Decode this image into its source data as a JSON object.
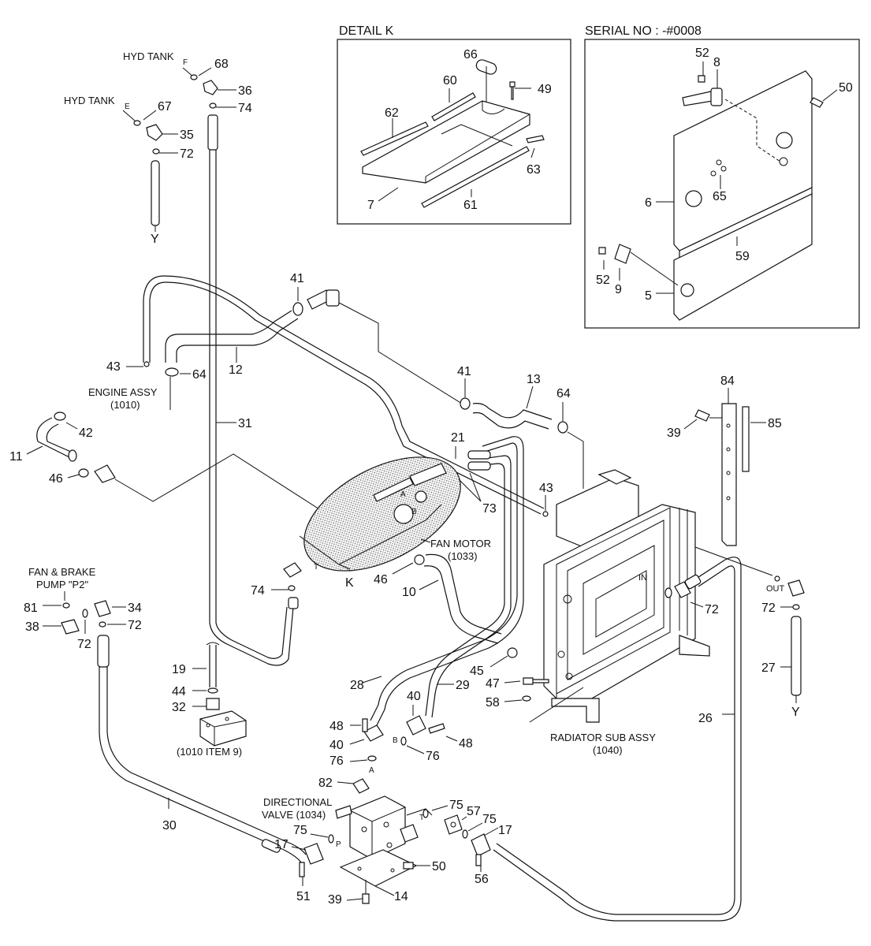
{
  "frames": {
    "detail_k_title": "DETAIL K",
    "serial_title": "SERIAL NO : -#0008"
  },
  "labels": {
    "hyd_tank_f": "HYD TANK",
    "hyd_tank_f_sub": "F",
    "hyd_tank_e": "HYD TANK",
    "hyd_tank_e_sub": "E",
    "engine_assy": "ENGINE ASSY",
    "engine_assy_ref": "(1010)",
    "fan_motor": "FAN MOTOR",
    "fan_motor_ref": "(1033)",
    "fan_brake_pump_1": "FAN & BRAKE",
    "fan_brake_pump_2": "PUMP \"P2\"",
    "ref_1010_item9": "(1010 ITEM 9)",
    "directional_valve_1": "DIRECTIONAL",
    "directional_valve_2": "VALVE (1034)",
    "radiator_sub_assy": "RADIATOR SUB ASSY",
    "radiator_ref": "(1040)",
    "y_top": "Y",
    "y_bottom": "Y",
    "k_marker": "K",
    "port_a_motor": "A",
    "port_b_motor": "B",
    "port_t_motor": "T",
    "port_in": "IN",
    "port_out": "OUT",
    "port_a_valve": "A",
    "port_b_valve": "B",
    "port_p_valve": "P",
    "port_t_valve": "T"
  },
  "callouts": {
    "c66": "66",
    "c60": "60",
    "c49": "49",
    "c62": "62",
    "c63": "63",
    "c7": "7",
    "c61": "61",
    "c52a": "52",
    "c8": "8",
    "c50a": "50",
    "c65": "65",
    "c6": "6",
    "c59": "59",
    "c52b": "52",
    "c9": "9",
    "c5": "5",
    "c68": "68",
    "c36": "36",
    "c74a": "74",
    "c67": "67",
    "c35": "35",
    "c72a": "72",
    "c41a": "41",
    "c43a": "43",
    "c64a": "64",
    "c12": "12",
    "c42": "42",
    "c11": "11",
    "c46a": "46",
    "c31": "31",
    "c41b": "41",
    "c13": "13",
    "c64b": "64",
    "c84": "84",
    "c39a": "39",
    "c85": "85",
    "c21": "21",
    "c43b": "43",
    "c73": "73",
    "c46b": "46",
    "c10": "10",
    "c74b": "74",
    "c81": "81",
    "c34": "34",
    "c38": "38",
    "c72b": "72",
    "c72c": "72",
    "c72d": "72",
    "c72e": "72",
    "c27": "27",
    "c19": "19",
    "c44": "44",
    "c32": "32",
    "c28": "28",
    "c29": "29",
    "c45": "45",
    "c47": "47",
    "c58": "58",
    "c40a": "40",
    "c48a": "48",
    "c40b": "40",
    "c48b": "48",
    "c76a": "76",
    "c76b": "76",
    "c26": "26",
    "c82": "82",
    "c75a": "75",
    "c57": "57",
    "c75b": "75",
    "c17a": "17",
    "c30": "30",
    "c75c": "75",
    "c17b": "17",
    "c56": "56",
    "c51": "51",
    "c50b": "50",
    "c14": "14",
    "c39b": "39"
  }
}
